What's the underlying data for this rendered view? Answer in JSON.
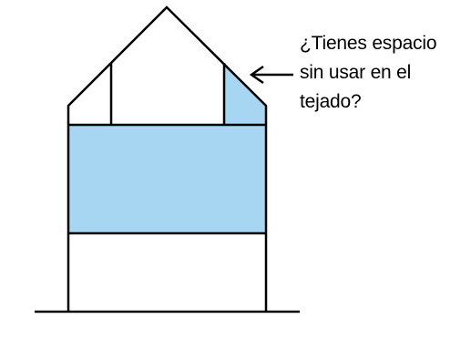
{
  "caption": {
    "line1": "¿Tienes espacio",
    "line2": "sin usar en el",
    "line3": "tejado?"
  },
  "colors": {
    "highlight": "#a6d6f2",
    "stroke": "#000000",
    "background": "#ffffff"
  }
}
